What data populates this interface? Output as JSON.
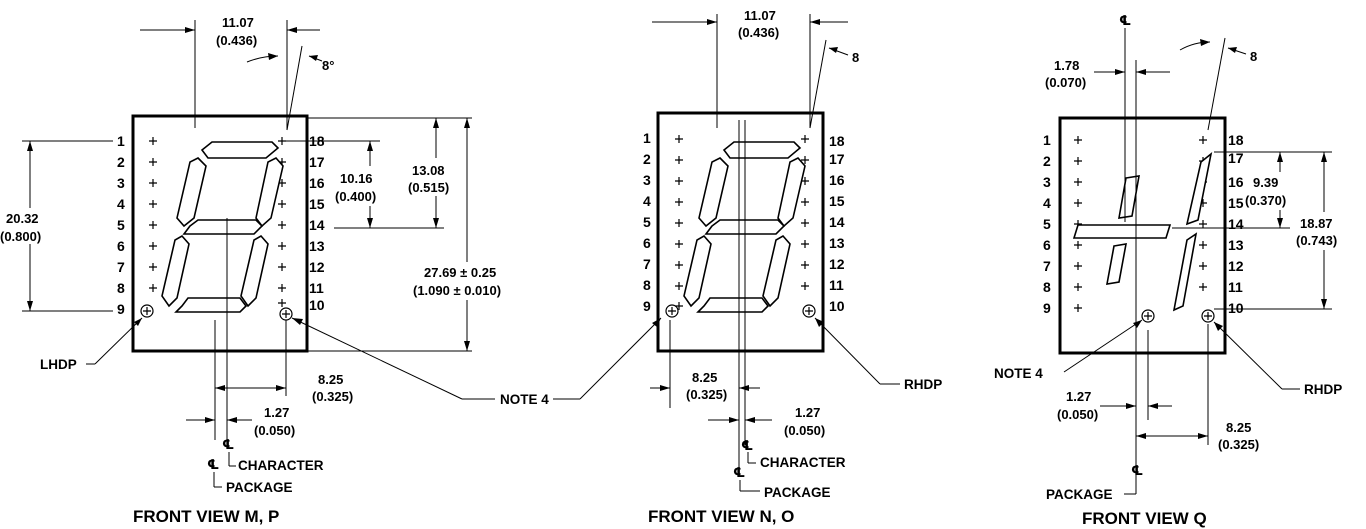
{
  "views": [
    {
      "title": "FRONT VIEW M, P",
      "pins_left": [
        "1",
        "2",
        "3",
        "4",
        "5",
        "6",
        "7",
        "8",
        "9"
      ],
      "pins_right": [
        "18",
        "17",
        "16",
        "15",
        "14",
        "13",
        "12",
        "11",
        "10"
      ],
      "dims": {
        "top_width": "11.07",
        "top_width_in": "(0.436)",
        "angle": "8°",
        "height_left": "20.32",
        "height_left_in": "(0.800)",
        "seg_height": "10.16",
        "seg_height_in": "(0.400)",
        "pin_height": "13.08",
        "pin_height_in": "(0.515)",
        "total_height": "27.69 ± 0.25",
        "total_height_in": "(1.090 ± 0.010)",
        "bottom_width": "8.25",
        "bottom_width_in": "(0.325)",
        "offset": "1.27",
        "offset_in": "(0.050)"
      },
      "labels": {
        "left_dp": "LHDP",
        "note": "NOTE 4",
        "character": "CHARACTER",
        "package": "PACKAGE",
        "cl": "℄"
      }
    },
    {
      "title": "FRONT VIEW N, O",
      "pins_left": [
        "1",
        "2",
        "3",
        "4",
        "5",
        "6",
        "7",
        "8",
        "9"
      ],
      "pins_right": [
        "18",
        "17",
        "16",
        "15",
        "14",
        "13",
        "12",
        "11",
        "10"
      ],
      "dims": {
        "top_width": "11.07",
        "top_width_in": "(0.436)",
        "angle": "8",
        "bottom_width": "8.25",
        "bottom_width_in": "(0.325)",
        "offset": "1.27",
        "offset_in": "(0.050)"
      },
      "labels": {
        "right_dp": "RHDP",
        "character": "CHARACTER",
        "package": "PACKAGE",
        "cl": "℄"
      }
    },
    {
      "title": "FRONT VIEW Q",
      "pins_left": [
        "1",
        "2",
        "3",
        "4",
        "5",
        "6",
        "7",
        "8",
        "9"
      ],
      "pins_right": [
        "18",
        "17",
        "16",
        "15",
        "14",
        "13",
        "12",
        "11",
        "10"
      ],
      "dims": {
        "top_offset": "1.78",
        "top_offset_in": "(0.070)",
        "angle": "8",
        "seg_height": "9.39",
        "seg_height_in": "(0.370)",
        "pin_height": "18.87",
        "pin_height_in": "(0.743)",
        "offset": "1.27",
        "offset_in": "(0.050)",
        "bottom_width": "8.25",
        "bottom_width_in": "(0.325)"
      },
      "labels": {
        "note": "NOTE 4",
        "right_dp": "RHDP",
        "package": "PACKAGE",
        "cl": "℄"
      }
    }
  ]
}
